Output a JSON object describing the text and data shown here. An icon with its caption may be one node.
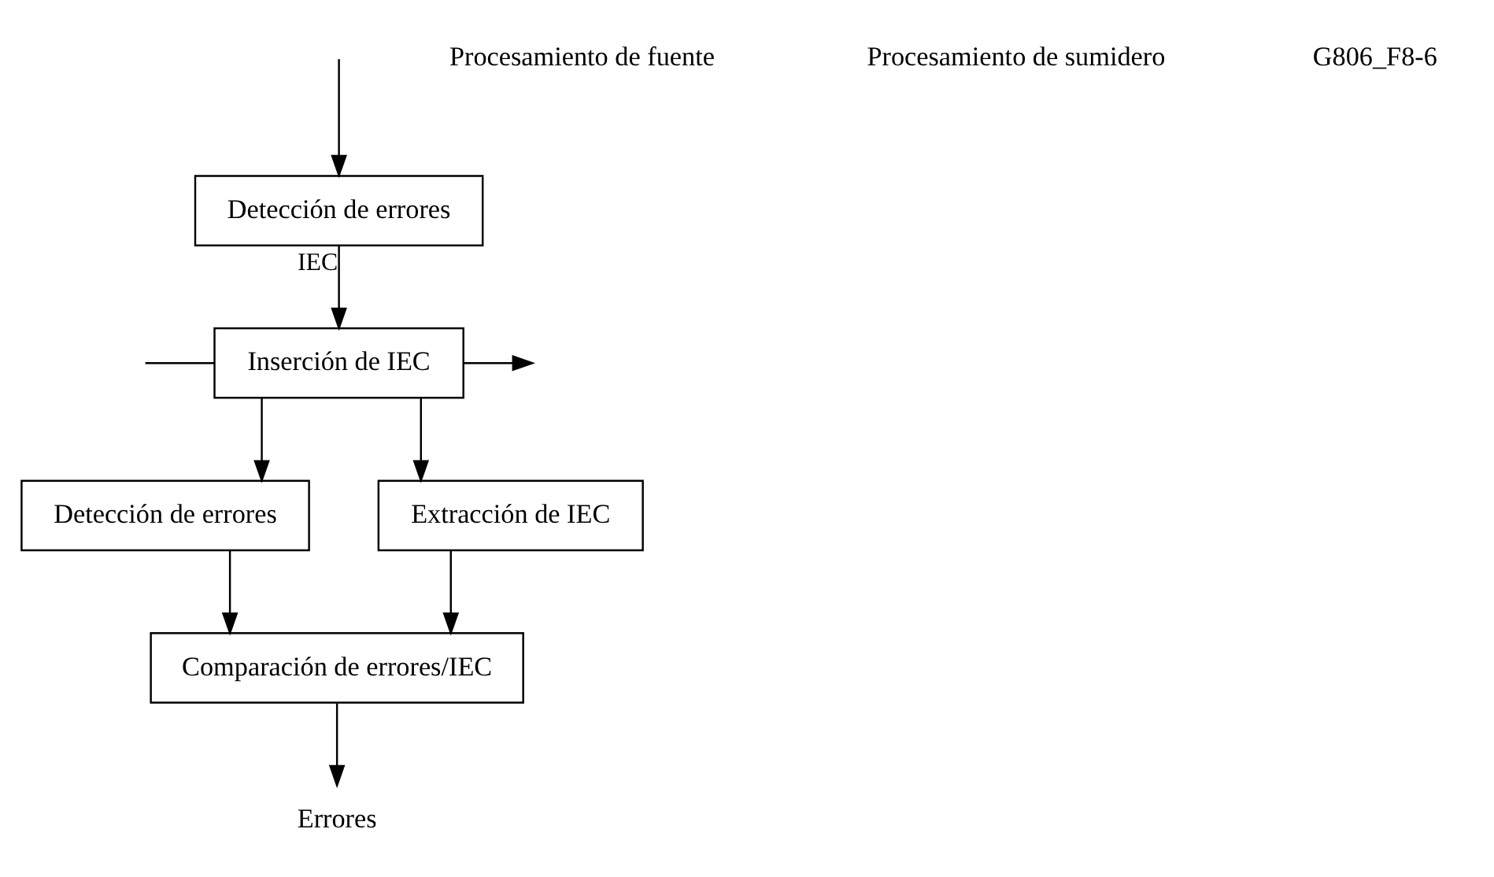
{
  "diagram": {
    "nodes": [
      {
        "text": [
          "Inserción de IEC"
        ]
      },
      {
        "text": [
          "Detección de errores"
        ]
      },
      {
        "text": [
          "Detección de errores"
        ]
      },
      {
        "text": [
          "Extracción de IEC"
        ]
      },
      {
        "text": [
          "Comparación de errores/IEC"
        ]
      },
      {
        "text": [
          "Errores"
        ]
      }
    ],
    "edges": [
      {
        "from": null,
        "to": 0,
        "arrow": "none"
      },
      {
        "from": 0,
        "to": null,
        "arrow": "to"
      },
      {
        "from": null,
        "to": 1,
        "arrow": "to"
      },
      {
        "from": 1,
        "to": 0,
        "arrow": "to",
        "label": "IEC"
      },
      {
        "from": 0,
        "to": 2,
        "arrow": "to"
      },
      {
        "from": 0,
        "to": 3,
        "arrow": "to"
      },
      {
        "from": 2,
        "to": 4,
        "arrow": "to"
      },
      {
        "from": 3,
        "to": 4,
        "arrow": "to"
      },
      {
        "from": 4,
        "to": 5,
        "arrow": "to"
      }
    ],
    "labels": [
      "Procesamiento de fuente",
      "Procesamiento de sumidero",
      "G806_F8-6"
    ]
  }
}
